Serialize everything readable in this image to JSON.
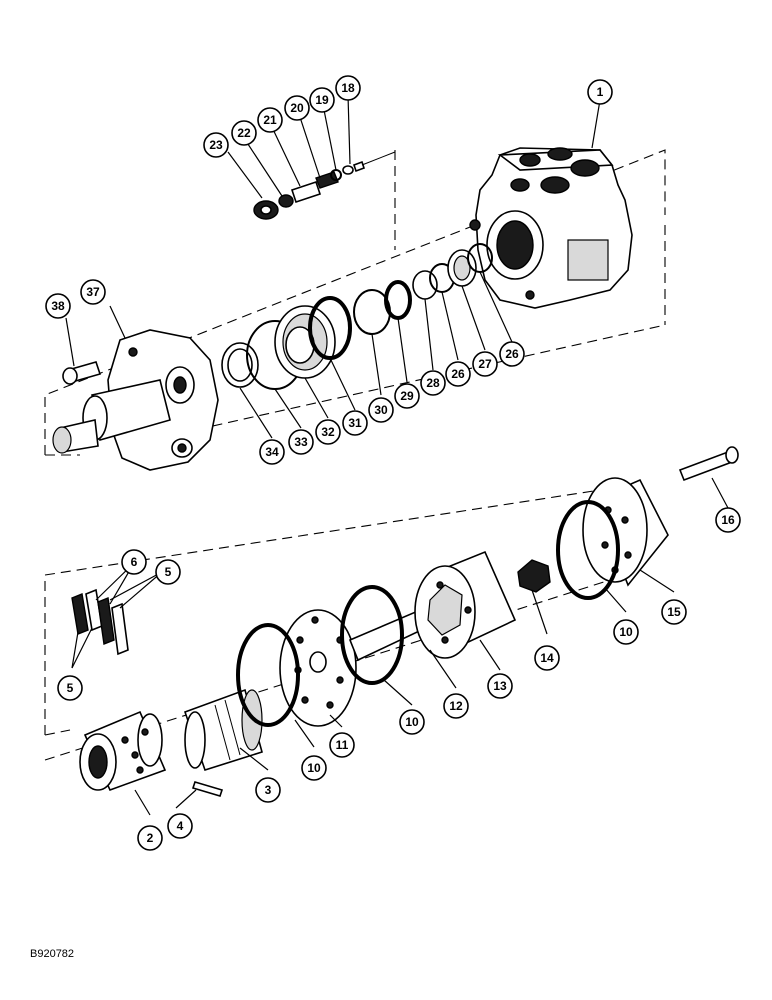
{
  "figure_code": "B920782",
  "callouts": [
    {
      "id": "c1",
      "label": "1"
    },
    {
      "id": "c18",
      "label": "18"
    },
    {
      "id": "c19",
      "label": "19"
    },
    {
      "id": "c20",
      "label": "20"
    },
    {
      "id": "c21",
      "label": "21"
    },
    {
      "id": "c22",
      "label": "22"
    },
    {
      "id": "c23",
      "label": "23"
    },
    {
      "id": "c37",
      "label": "37"
    },
    {
      "id": "c38",
      "label": "38"
    },
    {
      "id": "c34",
      "label": "34"
    },
    {
      "id": "c33",
      "label": "33"
    },
    {
      "id": "c32",
      "label": "32"
    },
    {
      "id": "c31",
      "label": "31"
    },
    {
      "id": "c30",
      "label": "30"
    },
    {
      "id": "c29",
      "label": "29"
    },
    {
      "id": "c28",
      "label": "28"
    },
    {
      "id": "c26a",
      "label": "26"
    },
    {
      "id": "c27",
      "label": "27"
    },
    {
      "id": "c26b",
      "label": "26"
    },
    {
      "id": "c16",
      "label": "16"
    },
    {
      "id": "c6",
      "label": "6"
    },
    {
      "id": "c5a",
      "label": "5"
    },
    {
      "id": "c5b",
      "label": "5"
    },
    {
      "id": "c15",
      "label": "15"
    },
    {
      "id": "c10a",
      "label": "10"
    },
    {
      "id": "c14",
      "label": "14"
    },
    {
      "id": "c13",
      "label": "13"
    },
    {
      "id": "c12",
      "label": "12"
    },
    {
      "id": "c10b",
      "label": "10"
    },
    {
      "id": "c11",
      "label": "11"
    },
    {
      "id": "c10c",
      "label": "10"
    },
    {
      "id": "c3",
      "label": "3"
    },
    {
      "id": "c2",
      "label": "2"
    },
    {
      "id": "c4",
      "label": "4"
    }
  ]
}
